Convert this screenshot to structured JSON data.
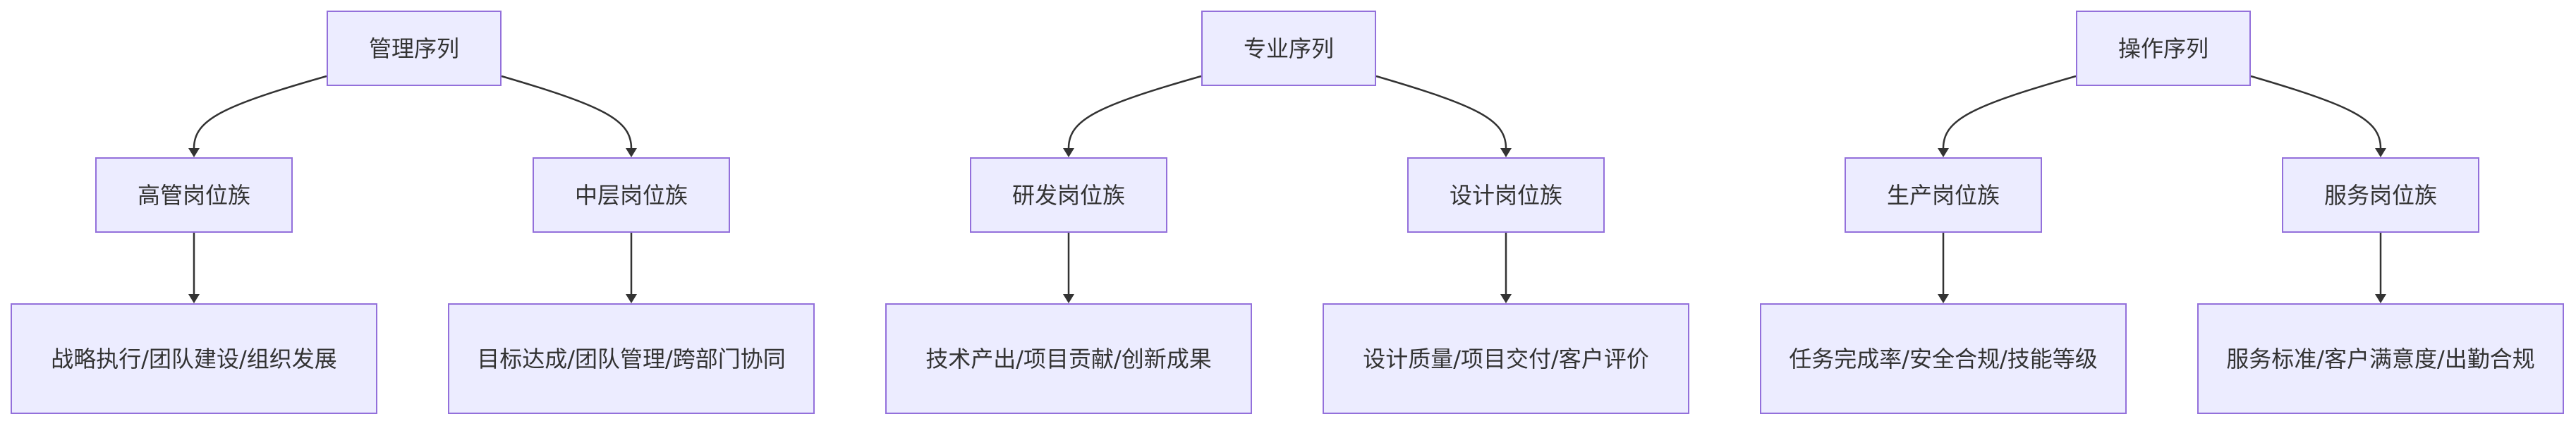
{
  "diagram": {
    "type": "flowchart",
    "colors": {
      "node_fill": "#ececff",
      "node_border": "#9370db",
      "edge": "#333333",
      "text": "#333333"
    },
    "trees": [
      {
        "root": "管理序列",
        "families": [
          {
            "label": "高管岗位族",
            "criteria": "战略执行/团队建设/组织发展"
          },
          {
            "label": "中层岗位族",
            "criteria": "目标达成/团队管理/跨部门协同"
          }
        ]
      },
      {
        "root": "专业序列",
        "families": [
          {
            "label": "研发岗位族",
            "criteria": "技术产出/项目贡献/创新成果"
          },
          {
            "label": "设计岗位族",
            "criteria": "设计质量/项目交付/客户评价"
          }
        ]
      },
      {
        "root": "操作序列",
        "families": [
          {
            "label": "生产岗位族",
            "criteria": "任务完成率/安全合规/技能等级"
          },
          {
            "label": "服务岗位族",
            "criteria": "服务标准/客户满意度/出勤合规"
          }
        ]
      }
    ]
  }
}
